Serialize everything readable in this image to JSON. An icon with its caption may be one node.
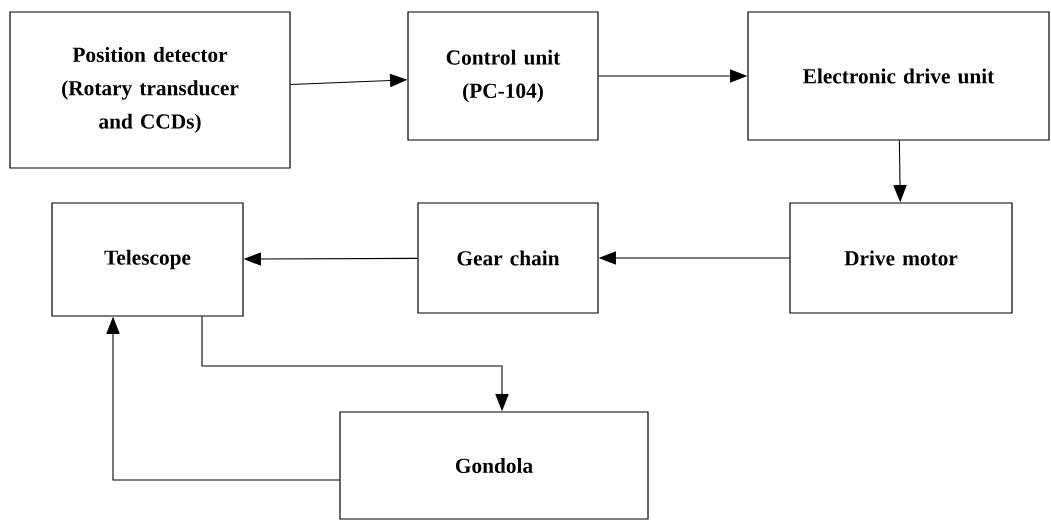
{
  "diagram": {
    "nodes": [
      {
        "text": [
          "Position detector",
          "(Rotary transducer and CCDs)"
        ]
      },
      {
        "text": [
          "Control unit",
          "(PC-104)"
        ]
      },
      {
        "text": [
          "Electronic drive unit"
        ]
      },
      {
        "text": [
          "Drive motor"
        ]
      },
      {
        "text": [
          "Gear chain"
        ]
      },
      {
        "text": [
          "Telescope"
        ]
      },
      {
        "text": [
          "Gondola"
        ]
      }
    ],
    "edges": [
      {
        "from": 0,
        "to": 1,
        "arrow": "to"
      },
      {
        "from": 1,
        "to": 2,
        "arrow": "to"
      },
      {
        "from": 2,
        "to": 3,
        "arrow": "to"
      },
      {
        "from": 3,
        "to": 4,
        "arrow": "to"
      },
      {
        "from": 4,
        "to": 5,
        "arrow": "to"
      },
      {
        "from": 5,
        "to": 6,
        "arrow": "to"
      },
      {
        "from": 6,
        "to": 5,
        "arrow": "to"
      }
    ]
  }
}
